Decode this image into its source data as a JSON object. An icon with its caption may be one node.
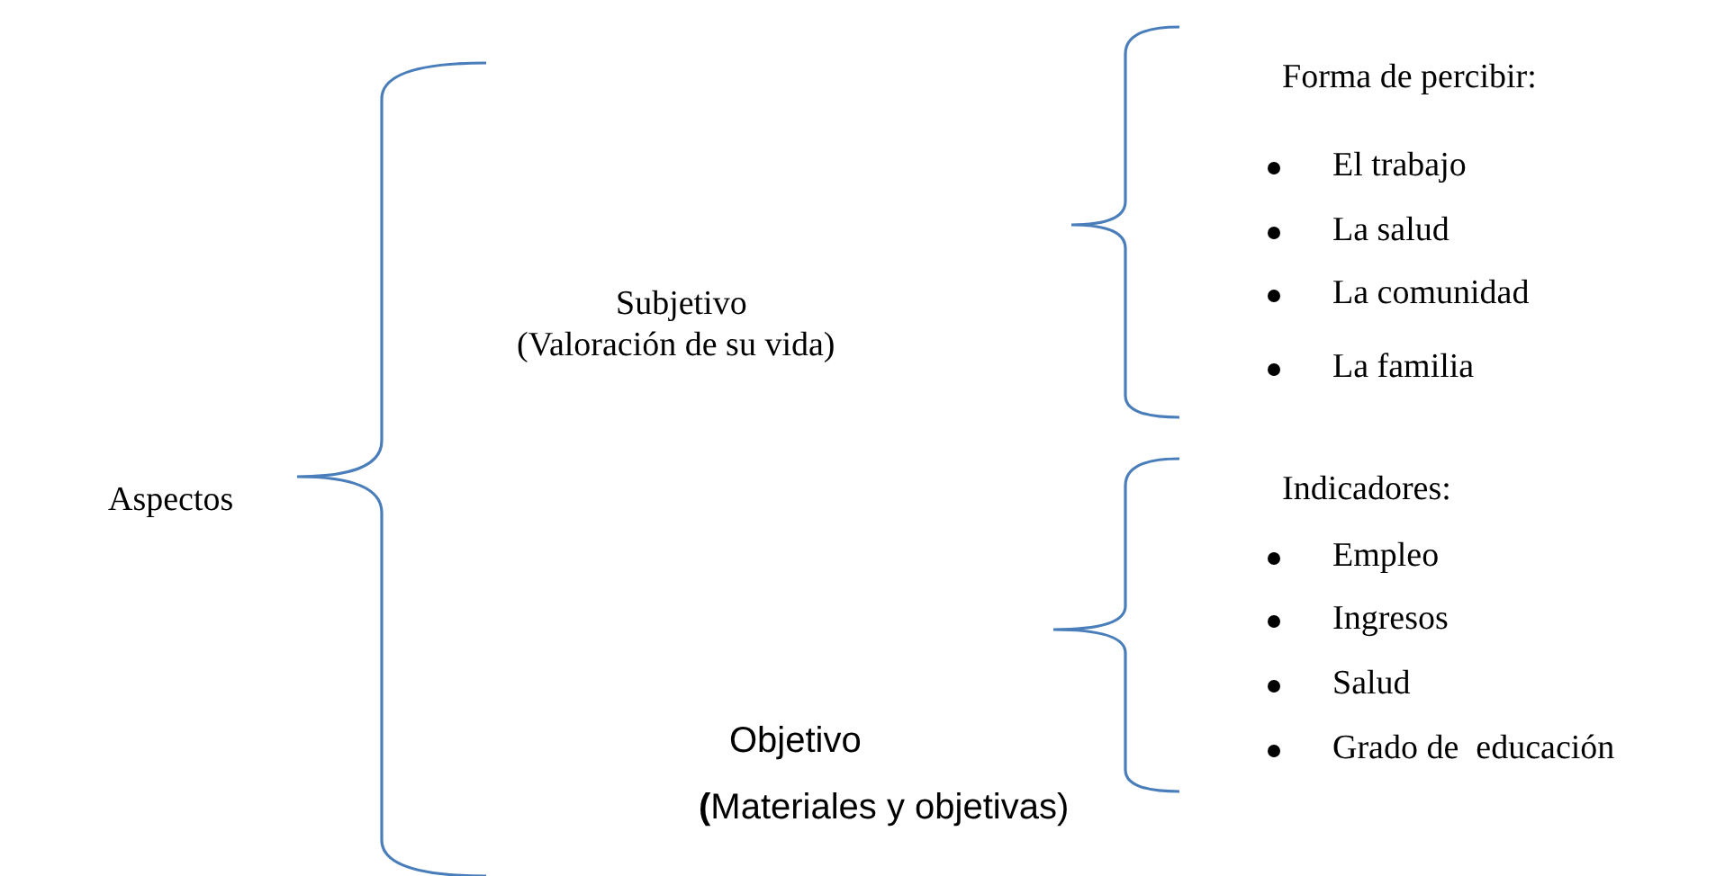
{
  "diagram": {
    "labels": [
      "Subjetivo",
      "(Valoración de su vida)",
      "Forma de percibir:",
      "El trabajo",
      "La salud",
      "La comunidad",
      "La familia",
      "Aspectos",
      "Indicadores:",
      "Empleo",
      "Ingresos",
      "Salud",
      "Grado de  educación",
      "Objetivo",
      "**(**Materiales y objetivas)"
    ]
  }
}
